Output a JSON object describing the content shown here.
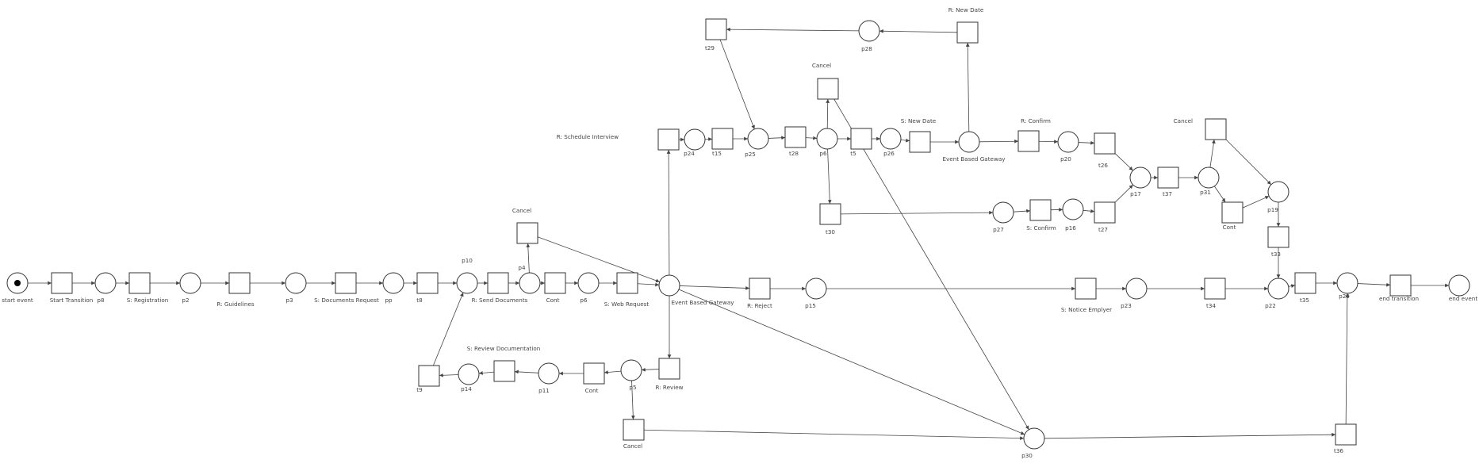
{
  "diagram": {
    "type": "petri-net",
    "places": [
      {
        "id": "start",
        "label": "start event",
        "token": true
      },
      {
        "id": "p8",
        "label": "p8"
      },
      {
        "id": "p2",
        "label": "p2"
      },
      {
        "id": "p3",
        "label": "p3"
      },
      {
        "id": "pp",
        "label": "pp"
      },
      {
        "id": "p10",
        "label": "p10"
      },
      {
        "id": "p4",
        "label": "p4"
      },
      {
        "id": "p6a",
        "label": "p6"
      },
      {
        "id": "ebg1",
        "label": "Event Based Gateway"
      },
      {
        "id": "p15",
        "label": "p15"
      },
      {
        "id": "p23",
        "label": "p23"
      },
      {
        "id": "p22",
        "label": "p22"
      },
      {
        "id": "p29",
        "label": "p29"
      },
      {
        "id": "end",
        "label": "end event"
      },
      {
        "id": "p5",
        "label": "p5"
      },
      {
        "id": "p11",
        "label": "p11"
      },
      {
        "id": "p14",
        "label": "p14"
      },
      {
        "id": "p30",
        "label": "p30"
      },
      {
        "id": "p24",
        "label": "p24"
      },
      {
        "id": "p25",
        "label": "p25"
      },
      {
        "id": "p6b",
        "label": "p6"
      },
      {
        "id": "p26",
        "label": "p26"
      },
      {
        "id": "ebg2",
        "label": "Event Based Gateway"
      },
      {
        "id": "p20",
        "label": "p20"
      },
      {
        "id": "p28",
        "label": "p28"
      },
      {
        "id": "p17",
        "label": "p17"
      },
      {
        "id": "p31",
        "label": "p31"
      },
      {
        "id": "p19",
        "label": "p19"
      },
      {
        "id": "p27",
        "label": "p27"
      },
      {
        "id": "p16",
        "label": "p16"
      }
    ],
    "transitions": [
      {
        "id": "t_start",
        "label": "Start Transition"
      },
      {
        "id": "t_sreg",
        "label": "S: Registration"
      },
      {
        "id": "t_rguide",
        "label": "R: Guidelines"
      },
      {
        "id": "t_sdocreq",
        "label": "S: Documents Request"
      },
      {
        "id": "t8",
        "label": "t8"
      },
      {
        "id": "t_rsenddocs",
        "label": "R: Send Documents"
      },
      {
        "id": "t_cancel1",
        "label": "Cancel"
      },
      {
        "id": "t_cont1",
        "label": "Cont"
      },
      {
        "id": "t_sweb",
        "label": "S: Web Request"
      },
      {
        "id": "t_rreject",
        "label": "R: Reject"
      },
      {
        "id": "t_snotice",
        "label": "S: Notice Emplyer"
      },
      {
        "id": "t34",
        "label": "t34"
      },
      {
        "id": "t35",
        "label": "t35"
      },
      {
        "id": "t_end",
        "label": "end transition"
      },
      {
        "id": "t_rreview",
        "label": "R: Review"
      },
      {
        "id": "t_cont2",
        "label": "Cont"
      },
      {
        "id": "t_sreviewdoc",
        "label": "S: Review Documentation"
      },
      {
        "id": "t9",
        "label": "t9"
      },
      {
        "id": "t_cancel2",
        "label": "Cancel"
      },
      {
        "id": "t36",
        "label": "t36"
      },
      {
        "id": "t_rsched",
        "label": "R: Schedule Interview"
      },
      {
        "id": "t15",
        "label": "t15"
      },
      {
        "id": "t28",
        "label": "t28"
      },
      {
        "id": "t5",
        "label": "t5"
      },
      {
        "id": "t_cancel3",
        "label": "Cancel"
      },
      {
        "id": "t_snewdate",
        "label": "S: New Date"
      },
      {
        "id": "t_rnewdate",
        "label": "R: New Date"
      },
      {
        "id": "t29",
        "label": "t29"
      },
      {
        "id": "t_rconfirm",
        "label": "R: Confirm"
      },
      {
        "id": "t26",
        "label": "t26"
      },
      {
        "id": "t37",
        "label": "t37"
      },
      {
        "id": "t_cancel4",
        "label": "Cancel"
      },
      {
        "id": "t_cont3",
        "label": "Cont"
      },
      {
        "id": "t33",
        "label": "t33"
      },
      {
        "id": "t30",
        "label": "t30"
      },
      {
        "id": "t_sconfirm",
        "label": "S: Confirm"
      },
      {
        "id": "t27",
        "label": "t27"
      }
    ],
    "arcs": [
      [
        "start",
        "t_start"
      ],
      [
        "t_start",
        "p8"
      ],
      [
        "p8",
        "t_sreg"
      ],
      [
        "t_sreg",
        "p2"
      ],
      [
        "p2",
        "t_rguide"
      ],
      [
        "t_rguide",
        "p3"
      ],
      [
        "p3",
        "t_sdocreq"
      ],
      [
        "t_sdocreq",
        "pp"
      ],
      [
        "pp",
        "t8"
      ],
      [
        "t8",
        "p10"
      ],
      [
        "p10",
        "t_rsenddocs"
      ],
      [
        "t_rsenddocs",
        "p4"
      ],
      [
        "p4",
        "t_cancel1"
      ],
      [
        "p4",
        "t_cont1"
      ],
      [
        "t_cont1",
        "p6a"
      ],
      [
        "p6a",
        "t_sweb"
      ],
      [
        "t_sweb",
        "ebg1"
      ],
      [
        "t_cancel1",
        "ebg1"
      ],
      [
        "ebg1",
        "t_rreject"
      ],
      [
        "t_rreject",
        "p15"
      ],
      [
        "p15",
        "t_snotice"
      ],
      [
        "t_snotice",
        "p23"
      ],
      [
        "p23",
        "t34"
      ],
      [
        "t34",
        "p22"
      ],
      [
        "p22",
        "t35"
      ],
      [
        "t35",
        "p29"
      ],
      [
        "p29",
        "t_end"
      ],
      [
        "t_end",
        "end"
      ],
      [
        "ebg1",
        "t_rreview"
      ],
      [
        "t_rreview",
        "p5"
      ],
      [
        "p5",
        "t_cont2"
      ],
      [
        "t_cont2",
        "p11"
      ],
      [
        "p11",
        "t_sreviewdoc"
      ],
      [
        "t_sreviewdoc",
        "p14"
      ],
      [
        "p14",
        "t9"
      ],
      [
        "t9",
        "p10"
      ],
      [
        "p5",
        "t_cancel2"
      ],
      [
        "t_cancel2",
        "p30"
      ],
      [
        "p30",
        "t36"
      ],
      [
        "t36",
        "p29"
      ],
      [
        "ebg1",
        "p30"
      ],
      [
        "ebg1",
        "t_rsched"
      ],
      [
        "t_rsched",
        "p24"
      ],
      [
        "p24",
        "t15"
      ],
      [
        "t15",
        "p25"
      ],
      [
        "p25",
        "t28"
      ],
      [
        "t28",
        "p6b"
      ],
      [
        "p6b",
        "t5"
      ],
      [
        "p6b",
        "t_cancel3"
      ],
      [
        "t_cancel3",
        "p30"
      ],
      [
        "t5",
        "p26"
      ],
      [
        "p26",
        "t_snewdate"
      ],
      [
        "t_snewdate",
        "ebg2"
      ],
      [
        "ebg2",
        "t_rnewdate"
      ],
      [
        "t_rnewdate",
        "p28"
      ],
      [
        "p28",
        "t29"
      ],
      [
        "t29",
        "p25"
      ],
      [
        "ebg2",
        "t_rconfirm"
      ],
      [
        "t_rconfirm",
        "p20"
      ],
      [
        "p20",
        "t26"
      ],
      [
        "t26",
        "p17"
      ],
      [
        "p17",
        "t37"
      ],
      [
        "t37",
        "p31"
      ],
      [
        "p31",
        "t_cancel4"
      ],
      [
        "p31",
        "t_cont3"
      ],
      [
        "t_cancel4",
        "p19"
      ],
      [
        "t_cont3",
        "p19"
      ],
      [
        "p19",
        "t33"
      ],
      [
        "t33",
        "p22"
      ],
      [
        "p6b",
        "t30"
      ],
      [
        "t30",
        "p27"
      ],
      [
        "p27",
        "t_sconfirm"
      ],
      [
        "t_sconfirm",
        "p16"
      ],
      [
        "p16",
        "t27"
      ],
      [
        "t27",
        "p17"
      ]
    ]
  }
}
